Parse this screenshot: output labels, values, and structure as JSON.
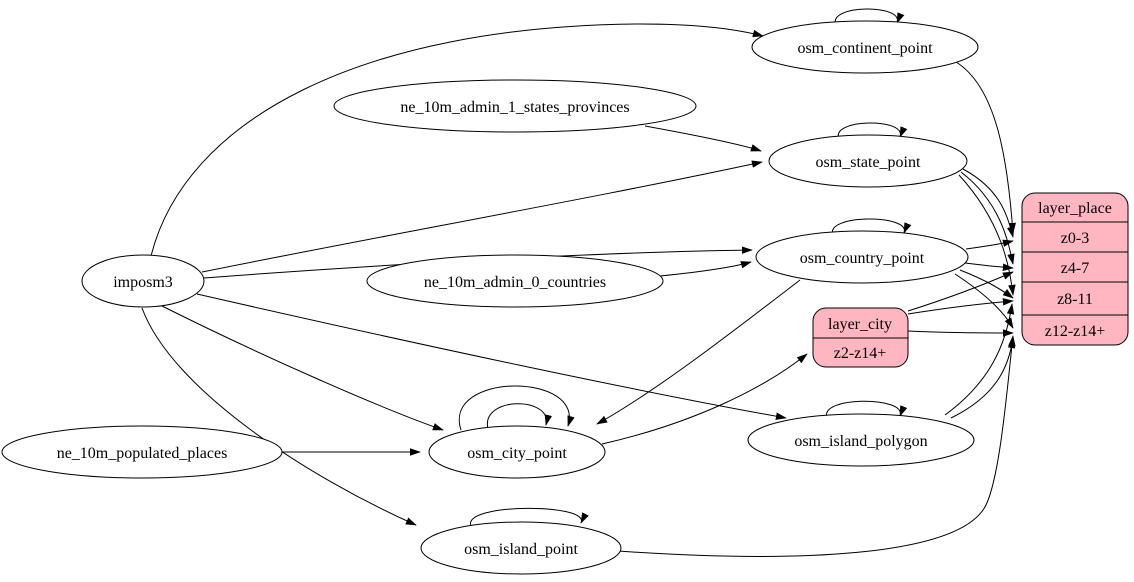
{
  "diagram": {
    "kind": "etl-graph",
    "background": "#ffffff",
    "node_fill": "#ffffff",
    "node_stroke": "#000000",
    "record_fill": "#ffb6c1",
    "edge_color": "#000000"
  },
  "nodes": {
    "imposm3": {
      "label": "imposm3",
      "shape": "ellipse"
    },
    "ne_10m_admin_1_states_provinces": {
      "label": "ne_10m_admin_1_states_provinces",
      "shape": "ellipse"
    },
    "ne_10m_admin_0_countries": {
      "label": "ne_10m_admin_0_countries",
      "shape": "ellipse"
    },
    "ne_10m_populated_places": {
      "label": "ne_10m_populated_places",
      "shape": "ellipse"
    },
    "osm_continent_point": {
      "label": "osm_continent_point",
      "shape": "ellipse"
    },
    "osm_state_point": {
      "label": "osm_state_point",
      "shape": "ellipse"
    },
    "osm_country_point": {
      "label": "osm_country_point",
      "shape": "ellipse"
    },
    "osm_city_point": {
      "label": "osm_city_point",
      "shape": "ellipse"
    },
    "osm_island_polygon": {
      "label": "osm_island_polygon",
      "shape": "ellipse"
    },
    "osm_island_point": {
      "label": "osm_island_point",
      "shape": "ellipse"
    }
  },
  "records": {
    "layer_city": {
      "title": "layer_city",
      "rows": [
        "z2-z14+"
      ]
    },
    "layer_place": {
      "title": "layer_place",
      "rows": [
        "z0-3",
        "z4-7",
        "z8-11",
        "z12-z14+"
      ]
    }
  },
  "edges": [
    {
      "from": "imposm3",
      "to": "osm_continent_point"
    },
    {
      "from": "imposm3",
      "to": "osm_state_point"
    },
    {
      "from": "imposm3",
      "to": "osm_country_point"
    },
    {
      "from": "imposm3",
      "to": "osm_city_point"
    },
    {
      "from": "imposm3",
      "to": "osm_island_polygon"
    },
    {
      "from": "imposm3",
      "to": "osm_island_point"
    },
    {
      "from": "ne_10m_admin_1_states_provinces",
      "to": "osm_state_point"
    },
    {
      "from": "ne_10m_admin_0_countries",
      "to": "osm_country_point"
    },
    {
      "from": "ne_10m_populated_places",
      "to": "osm_city_point"
    },
    {
      "from": "osm_country_point",
      "to": "osm_city_point"
    },
    {
      "from": "osm_continent_point",
      "to": "osm_continent_point",
      "self_loop": true
    },
    {
      "from": "osm_state_point",
      "to": "osm_state_point",
      "self_loop": true
    },
    {
      "from": "osm_country_point",
      "to": "osm_country_point",
      "self_loop": true
    },
    {
      "from": "osm_city_point",
      "to": "osm_city_point",
      "self_loop": true
    },
    {
      "from": "osm_city_point",
      "to": "osm_city_point",
      "self_loop": true
    },
    {
      "from": "osm_island_polygon",
      "to": "osm_island_polygon",
      "self_loop": true
    },
    {
      "from": "osm_island_point",
      "to": "osm_island_point",
      "self_loop": true
    },
    {
      "from": "osm_city_point",
      "to": "layer_city",
      "to_port": "z2-z14+"
    },
    {
      "from": "osm_continent_point",
      "to": "layer_place",
      "to_port": "z0-3"
    },
    {
      "from": "osm_state_point",
      "to": "layer_place",
      "to_port": "z0-3"
    },
    {
      "from": "osm_state_point",
      "to": "layer_place",
      "to_port": "z4-7"
    },
    {
      "from": "osm_state_point",
      "to": "layer_place",
      "to_port": "z8-11"
    },
    {
      "from": "osm_country_point",
      "to": "layer_place",
      "to_port": "z0-3"
    },
    {
      "from": "osm_country_point",
      "to": "layer_place",
      "to_port": "z4-7"
    },
    {
      "from": "osm_country_point",
      "to": "layer_place",
      "to_port": "z8-11"
    },
    {
      "from": "osm_country_point",
      "to": "layer_place",
      "to_port": "z12-z14+"
    },
    {
      "from": "layer_city",
      "to": "layer_place",
      "to_port": "z4-7"
    },
    {
      "from": "layer_city",
      "to": "layer_place",
      "to_port": "z8-11"
    },
    {
      "from": "layer_city",
      "to": "layer_place",
      "to_port": "z12-z14+"
    },
    {
      "from": "osm_island_polygon",
      "to": "layer_place",
      "to_port": "z8-11"
    },
    {
      "from": "osm_island_polygon",
      "to": "layer_place",
      "to_port": "z12-z14+"
    },
    {
      "from": "osm_island_point",
      "to": "layer_place",
      "to_port": "z12-z14+"
    }
  ]
}
